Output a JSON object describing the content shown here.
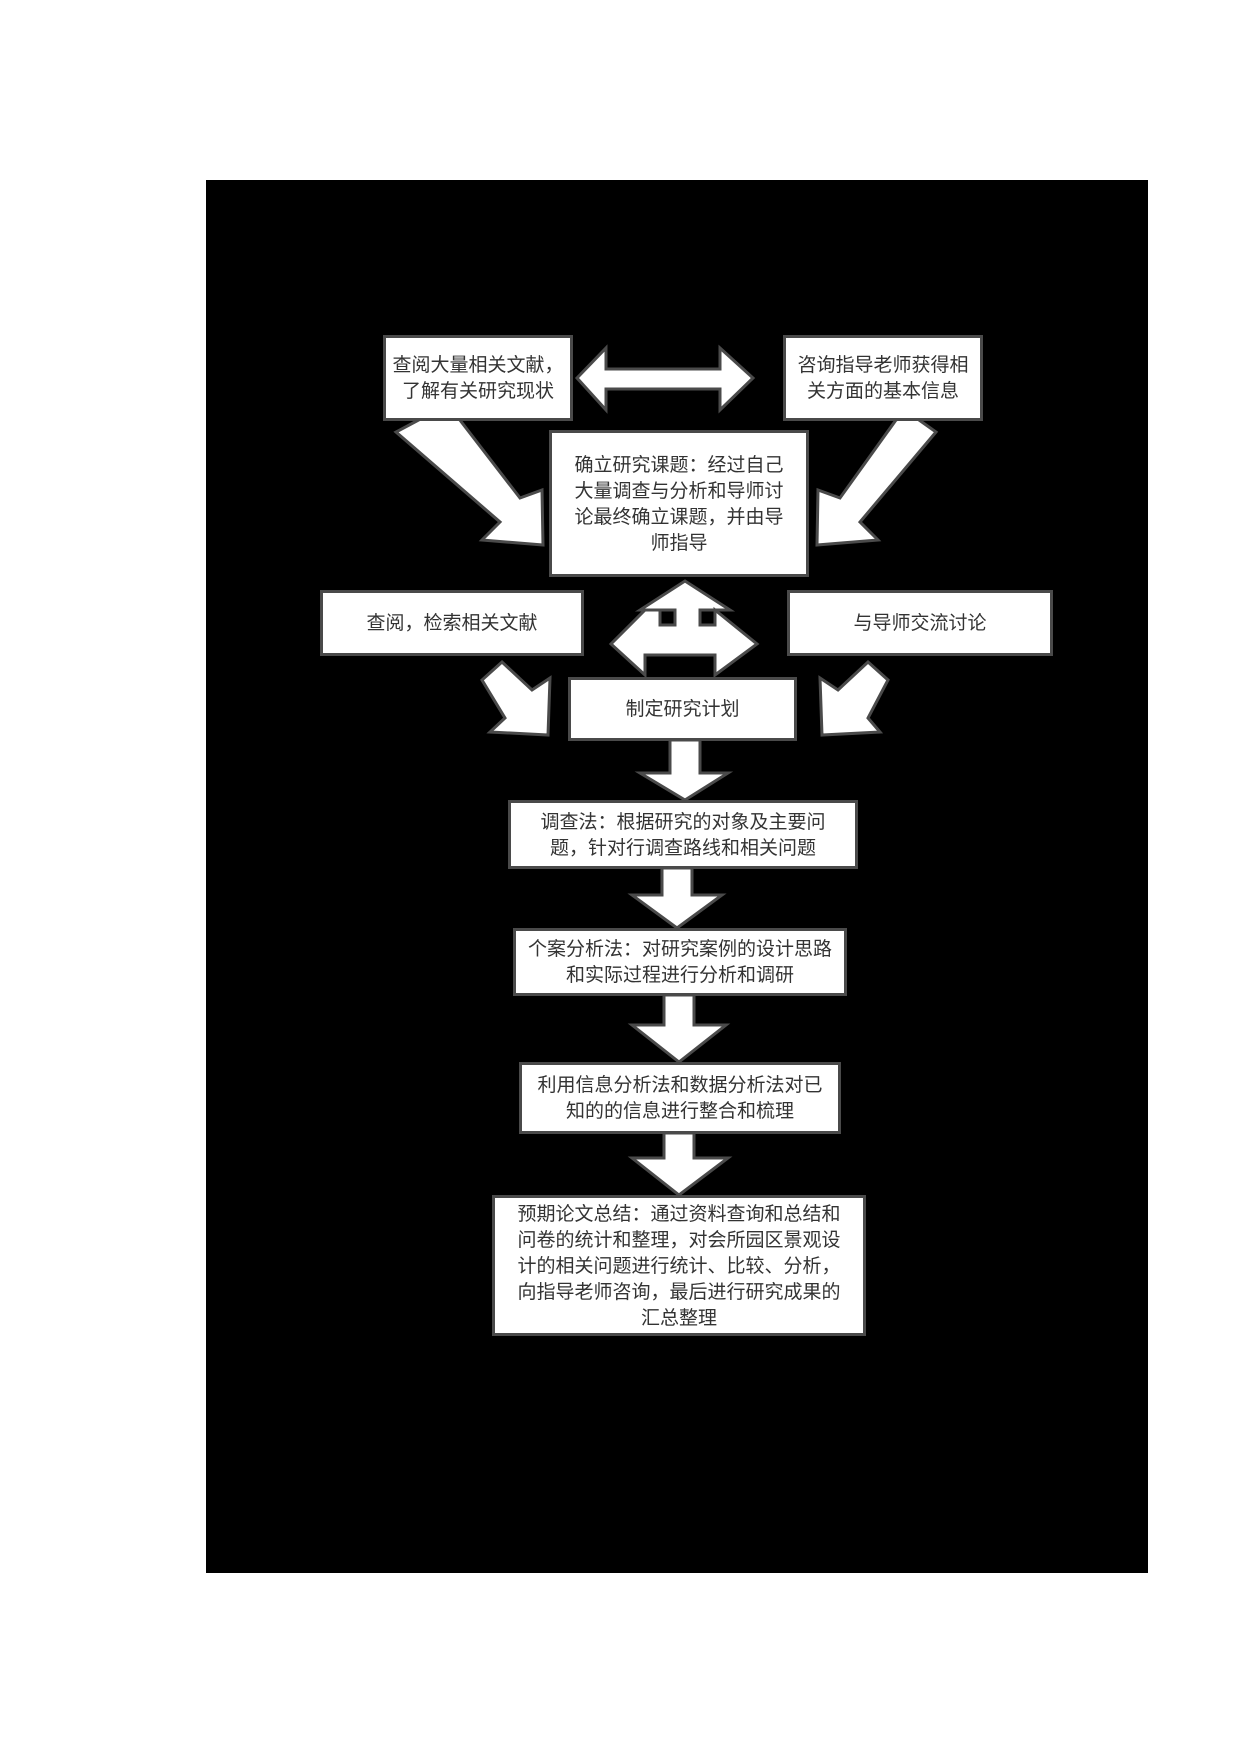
{
  "diagram": {
    "type": "research-flowchart",
    "colors": {
      "background": "#000000",
      "page": "#ffffff",
      "box_fill": "#ffffff",
      "box_border": "#4a4a4a",
      "text": "#333333"
    },
    "top_left_box": {
      "text": "查阅大量相关文献，了解有关研究现状"
    },
    "top_right_box": {
      "text": "咨询指导老师获得相关方面的基本信息"
    },
    "topic_box": {
      "text": "确立研究课题：经过自己大量调查与分析和导师讨论最终确立课题，并由导师指导"
    },
    "mid_left_box": {
      "text": "查阅，检索相关文献"
    },
    "mid_right_box": {
      "text": "与导师交流讨论"
    },
    "plan_box": {
      "text": "制定研究计划"
    },
    "survey_box": {
      "text": "调查法：根据研究的对象及主要问题，针对行调查路线和相关问题"
    },
    "case_box": {
      "text": "个案分析法：对研究案例的设计思路和实际过程进行分析和调研"
    },
    "analysis_box": {
      "text": "利用信息分析法和数据分析法对已知的的信息进行整合和梳理"
    },
    "summary_box": {
      "text": "预期论文总结：通过资料查询和总结和问卷的统计和整理，对会所园区景观设计的相关问题进行统计、比较、分析，向指导老师咨询，最后进行研究成果的汇总整理"
    },
    "arrows": [
      {
        "from": "top_left_box",
        "to": "top_right_box",
        "kind": "double-horizontal"
      },
      {
        "from": "top_left_box",
        "to": "topic_box",
        "kind": "diagonal-down-right"
      },
      {
        "from": "top_right_box",
        "to": "topic_box",
        "kind": "diagonal-down-left"
      },
      {
        "from": "plan_box",
        "to": [
          "topic_box",
          "mid_left_box",
          "mid_right_box"
        ],
        "kind": "three-way-up-left-right"
      },
      {
        "from": "mid_left_box",
        "to": "plan_box",
        "kind": "diagonal-down-right"
      },
      {
        "from": "mid_right_box",
        "to": "plan_box",
        "kind": "diagonal-down-left"
      },
      {
        "from": "plan_box",
        "to": "survey_box",
        "kind": "down"
      },
      {
        "from": "survey_box",
        "to": "case_box",
        "kind": "down"
      },
      {
        "from": "case_box",
        "to": "analysis_box",
        "kind": "down"
      },
      {
        "from": "analysis_box",
        "to": "summary_box",
        "kind": "down"
      }
    ]
  }
}
